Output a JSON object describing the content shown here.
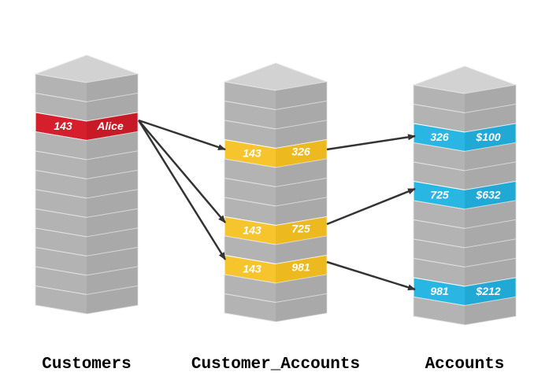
{
  "colors": {
    "customer_highlight": "#d61f2c",
    "customer_highlight_dark": "#a8141f",
    "link_highlight": "#f6c52e",
    "link_highlight_dark": "#d9a300",
    "account_highlight": "#29b6e2",
    "account_highlight_dark": "#1593bd",
    "arrow": "#333333"
  },
  "columns": [
    {
      "id": "customers",
      "label": "Customers"
    },
    {
      "id": "customer_accounts",
      "label": "Customer_Accounts"
    },
    {
      "id": "accounts",
      "label": "Accounts"
    }
  ],
  "customers_row": {
    "id": "143",
    "name": "Alice"
  },
  "customer_accounts_rows": [
    {
      "customer_id": "143",
      "account_id": "326"
    },
    {
      "customer_id": "143",
      "account_id": "725"
    },
    {
      "customer_id": "143",
      "account_id": "981"
    }
  ],
  "accounts_rows": [
    {
      "account_id": "326",
      "balance": "$100"
    },
    {
      "account_id": "725",
      "balance": "$632"
    },
    {
      "account_id": "981",
      "balance": "$212"
    }
  ]
}
